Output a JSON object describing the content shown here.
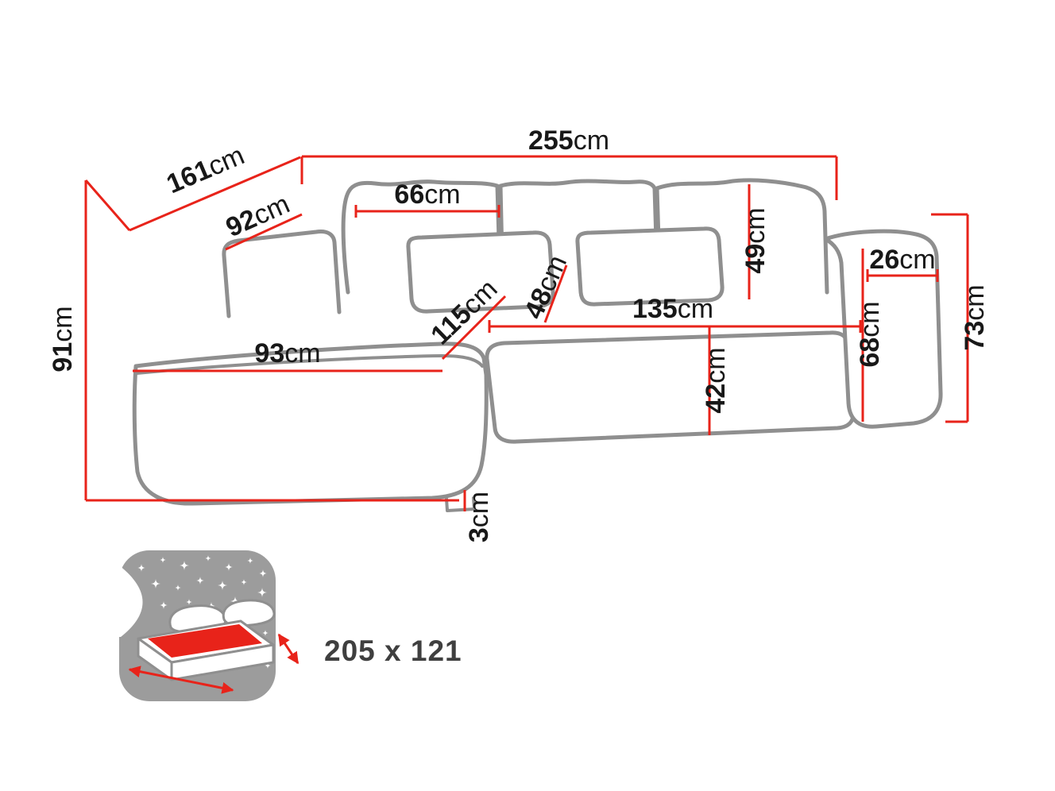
{
  "diagram": {
    "type": "corner-sofa-dimension-diagram",
    "dimensions": {
      "overall_width": {
        "value": "255",
        "unit": "cm"
      },
      "depth_diagonal": {
        "value": "161",
        "unit": "cm"
      },
      "height_left": {
        "value": "91",
        "unit": "cm"
      },
      "left_armrest_depth": {
        "value": "92",
        "unit": "cm"
      },
      "back_cushion_width": {
        "value": "66",
        "unit": "cm"
      },
      "back_cushion_height": {
        "value": "49",
        "unit": "cm"
      },
      "right_armrest_width": {
        "value": "26",
        "unit": "cm"
      },
      "height_right": {
        "value": "73",
        "unit": "cm"
      },
      "chaise_seat_width": {
        "value": "93",
        "unit": "cm"
      },
      "chaise_depth": {
        "value": "115",
        "unit": "cm"
      },
      "seat_height": {
        "value": "48",
        "unit": "cm"
      },
      "seat_width": {
        "value": "135",
        "unit": "cm"
      },
      "seat_depth": {
        "value": "42",
        "unit": "cm"
      },
      "right_armrest_height": {
        "value": "68",
        "unit": "cm"
      },
      "leg_height": {
        "value": "3",
        "unit": "cm"
      }
    },
    "sleeping_area": {
      "label": "205 x 121"
    },
    "icons": {
      "sleeping_function": "bed-with-starry-night-icon"
    },
    "colors": {
      "dimension_line": "#e8231a",
      "outline": "#8f8f8f",
      "text": "#181818",
      "icon_background": "#9c9c9c",
      "icon_mattress": "#e8231a",
      "sleeping_label": "#3f3f3f"
    }
  }
}
